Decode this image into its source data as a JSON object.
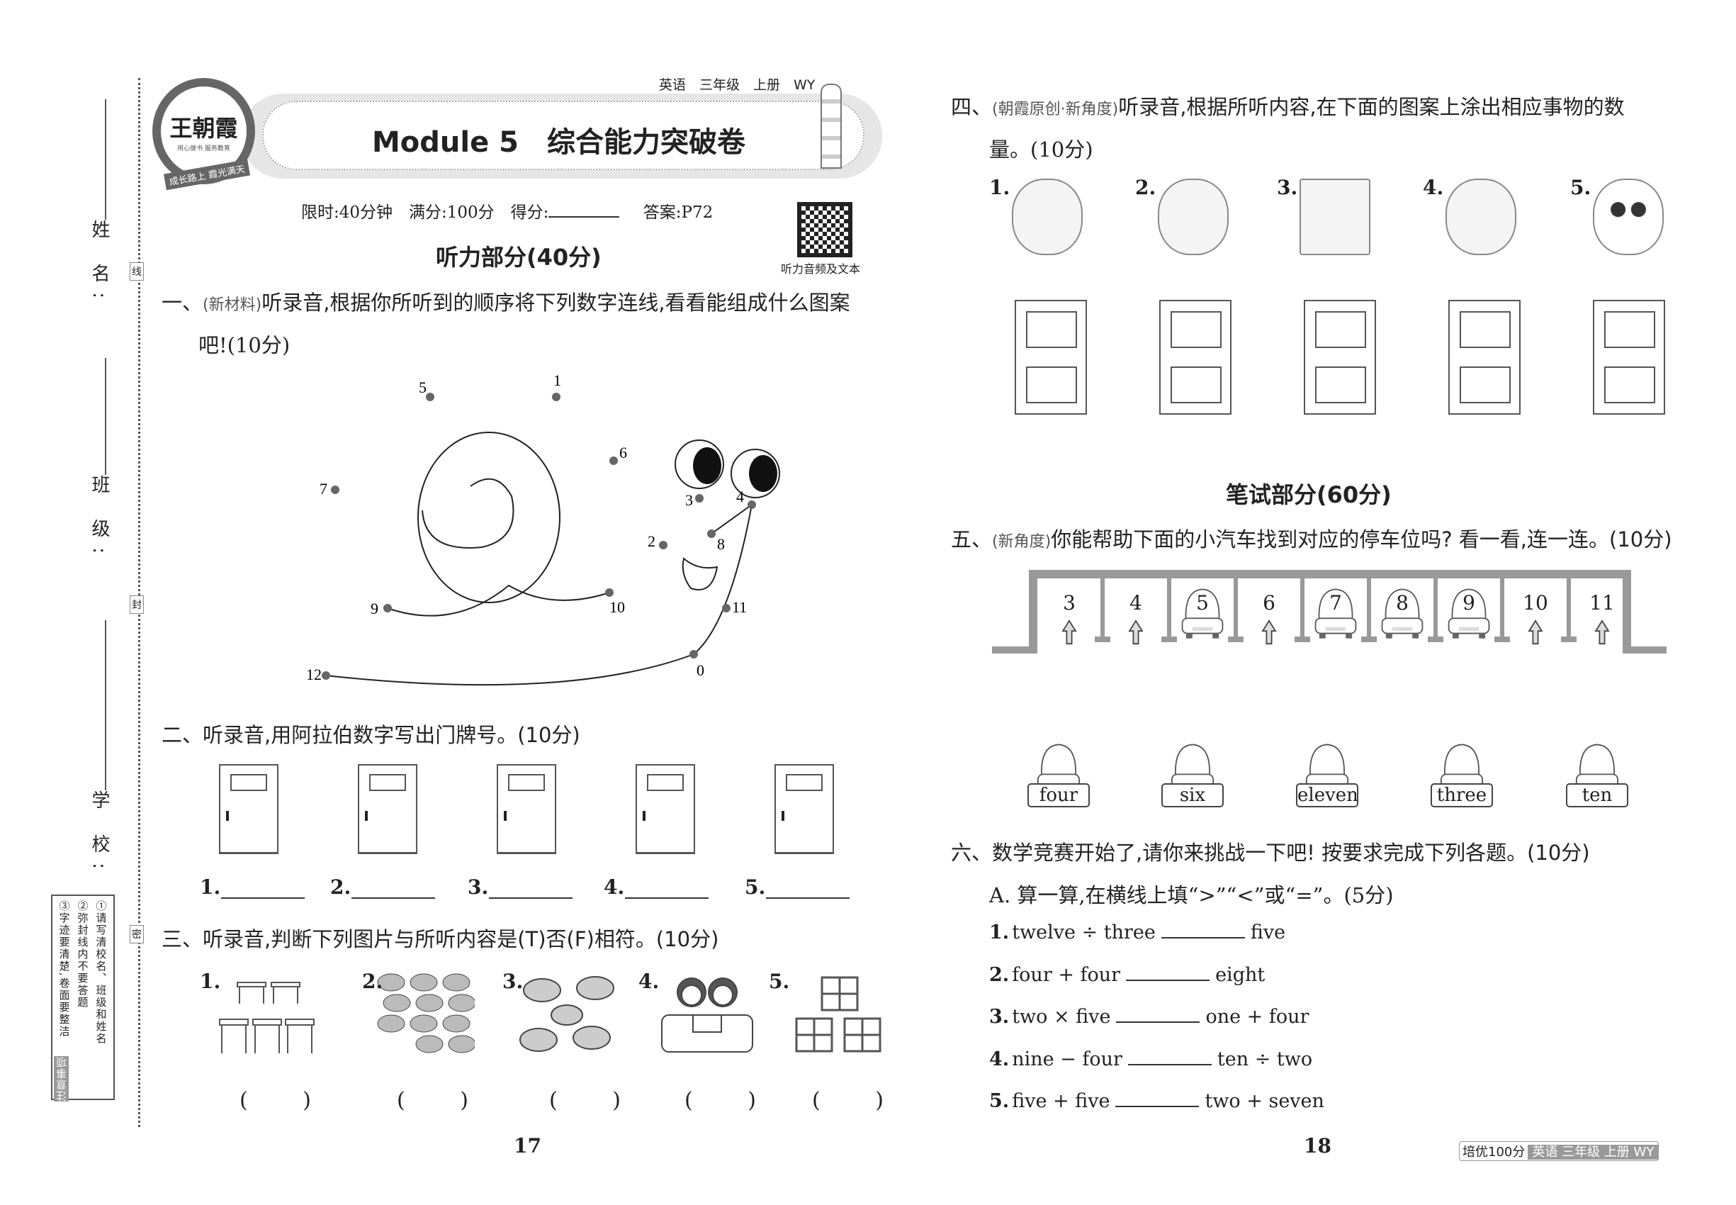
{
  "margin": {
    "name_label": "姓 名:",
    "class_label": "班 级:",
    "school_label": "学 校:",
    "seal_marks": [
      "线",
      "封",
      "密"
    ],
    "notice_title": "注意事项",
    "notice_items": [
      "①请写清校名、班级和姓名",
      "②弥封线内不要答题",
      "③字迹要清楚,卷面要整洁"
    ]
  },
  "header": {
    "logo_text": "王朝霞",
    "logo_sub": "用心做书 服务教育",
    "logo_ribbon": "成长路上 霞光满天",
    "subject": "英语　三年级　上册　WY",
    "title": "Module 5　综合能力突破卷",
    "info": "限时:40分钟　满分:100分　得分:",
    "answer": "答案:P72",
    "qr_caption": "听力音频及文本"
  },
  "listening": {
    "heading": "听力部分(40分)"
  },
  "q1": {
    "prefix": "一、",
    "tag": "(新材料)",
    "text": "听录音,根据你所听到的顺序将下列数字连线,看看能组成什么图案",
    "text2": "吧!(10分)",
    "dots": [
      "5",
      "1",
      "6",
      "7",
      "3",
      "4",
      "8",
      "2",
      "10",
      "9",
      "11",
      "0",
      "12"
    ]
  },
  "q2": {
    "text": "二、听录音,用阿拉伯数字写出门牌号。(10分)",
    "numbers": [
      "1.",
      "2.",
      "3.",
      "4.",
      "5."
    ]
  },
  "q3": {
    "text": "三、听录音,判断下列图片与所听内容是(T)否(F)相符。(10分)",
    "numbers": [
      "1.",
      "2.",
      "3.",
      "4.",
      "5."
    ],
    "paren": "(  )"
  },
  "page_left": "17",
  "q4": {
    "prefix": "四、",
    "tag": "(朝霞原创·新角度)",
    "text": "听录音,根据所听内容,在下面的图案上涂出相应事物的数",
    "text2": "量。(10分)",
    "numbers": [
      "1.",
      "2.",
      "3.",
      "4.",
      "5."
    ]
  },
  "writing": {
    "heading": "笔试部分(60分)"
  },
  "q5": {
    "prefix": "五、",
    "tag": "(新角度)",
    "text": "你能帮助下面的小汽车找到对应的停车位吗? 看一看,连一连。(10分)",
    "stalls": [
      "3",
      "4",
      "5",
      "6",
      "7",
      "8",
      "9",
      "10",
      "11"
    ],
    "cars": [
      "four",
      "six",
      "eleven",
      "three",
      "ten"
    ]
  },
  "q6": {
    "text": "六、数学竞赛开始了,请你来挑战一下吧! 按要求完成下列各题。(10分)",
    "partA": "A. 算一算,在横线上填“>”“<”或“=”。(5分)",
    "items": [
      {
        "n": "1.",
        "l": "twelve ÷ three",
        "r": "five"
      },
      {
        "n": "2.",
        "l": "four + four",
        "r": "eight"
      },
      {
        "n": "3.",
        "l": "two × five",
        "r": "one + four"
      },
      {
        "n": "4.",
        "l": "nine − four",
        "r": "ten ÷ two"
      },
      {
        "n": "5.",
        "l": "five + five",
        "r": "two + seven"
      }
    ]
  },
  "page_right": "18",
  "footer": {
    "brand": "培优100分",
    "series": "英语 三年级 上册 WY"
  }
}
